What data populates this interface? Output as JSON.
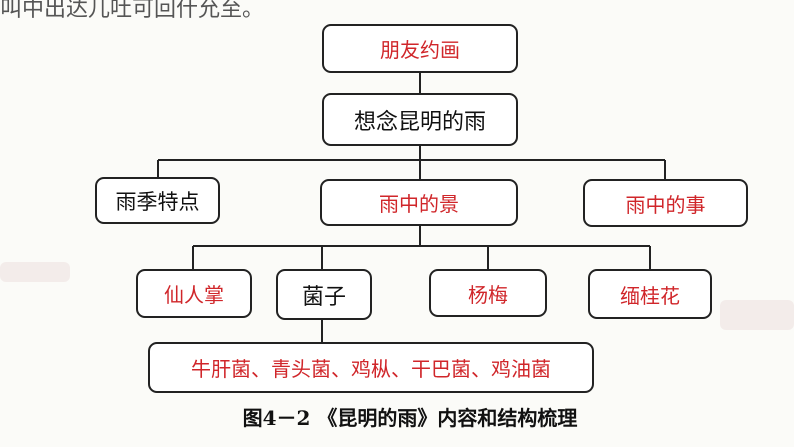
{
  "top_text": "叫中出达儿吐可回什允至。",
  "nodes": {
    "friend_request": "朋友约画",
    "root": "想念昆明的雨",
    "season": "雨季特点",
    "scenery": "雨中的景",
    "events": "雨中的事",
    "cactus": "仙人掌",
    "mushroom": "菌子",
    "bayberry": "杨梅",
    "osmanthus": "缅桂花",
    "mushroom_types": "牛肝菌、青头菌、鸡枞、干巴菌、鸡油菌"
  },
  "caption": "图4－2 《昆明的雨》内容和结构梳理",
  "colors": {
    "red_text": "#d0262a",
    "black_text": "#111111",
    "border": "#222222"
  }
}
